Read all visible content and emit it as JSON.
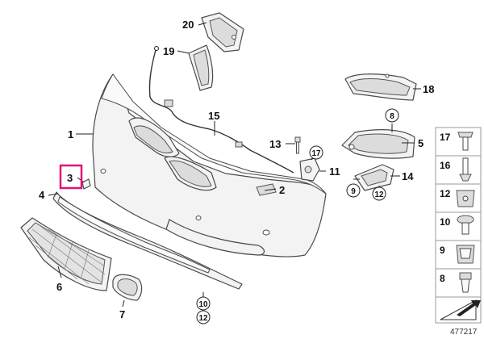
{
  "callouts": {
    "c1": "1",
    "c2": "2",
    "c3": "3",
    "c4": "4",
    "c5": "5",
    "c6": "6",
    "c7": "7",
    "c8": "8",
    "c9": "9",
    "c11": "11",
    "c12": "12",
    "c12b": "12",
    "c13": "13",
    "c14": "14",
    "c15": "15",
    "c17": "17",
    "c18": "18",
    "c19": "19",
    "c20": "20",
    "c10b": "10"
  },
  "side_panel": {
    "items": [
      "17",
      "16",
      "12",
      "10",
      "9",
      "8"
    ]
  },
  "diagram_id": "477217",
  "colors": {
    "highlight": "#e0127a",
    "line": "#222222",
    "part_fill": "#f3f3f3"
  }
}
